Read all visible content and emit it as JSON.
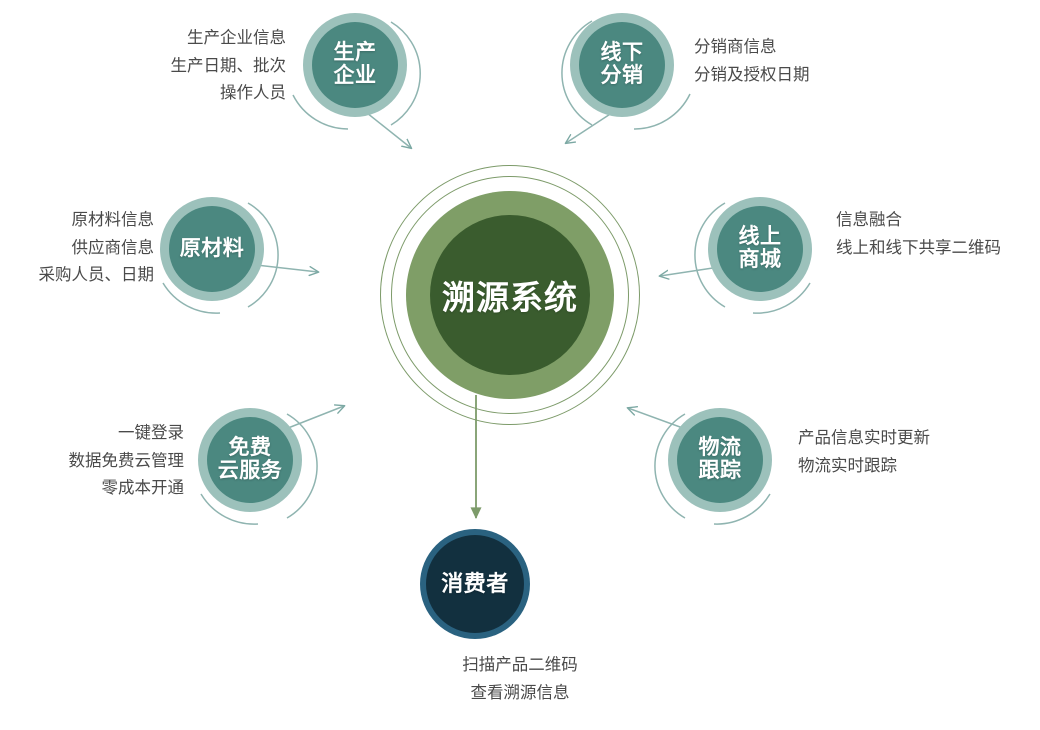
{
  "diagram": {
    "title": "溯源系统",
    "colors": {
      "hub_core": "#3a5c2e",
      "hub_band": "#7f9e67",
      "hub_ring": "#7d9b6a",
      "node_core": "#4b8880",
      "node_band": "#9cc1bb",
      "consumer_core": "#12303f",
      "consumer_band": "#2a6280",
      "arc_teal": "#8fb4b0",
      "arrow_green": "#7d9b6a",
      "caption_text": "#4a4a4a",
      "background": "#ffffff"
    },
    "center": {
      "label": "溯源系统"
    },
    "nodes": [
      {
        "key": "production",
        "label": "生产\n企业",
        "caption": "生产企业信息\n生产日期、批次\n操作人员",
        "caption_align": "right",
        "arrow_direction": "down-right-to-center"
      },
      {
        "key": "offline_distribution",
        "label": "线下\n分销",
        "caption": "分销商信息\n分销及授权日期",
        "caption_align": "left",
        "arrow_direction": "down-left-to-center"
      },
      {
        "key": "raw_material",
        "label": "原材料",
        "caption": "原材料信息\n供应商信息\n采购人员、日期",
        "caption_align": "right",
        "arrow_direction": "right-to-center"
      },
      {
        "key": "online_mall",
        "label": "线上\n商城",
        "caption": "信息融合\n线上和线下共享二维码",
        "caption_align": "left",
        "arrow_direction": "left-to-center"
      },
      {
        "key": "free_cloud_service",
        "label": "免费\n云服务",
        "caption": "一键登录\n数据免费云管理\n零成本开通",
        "caption_align": "right",
        "arrow_direction": "up-right-to-center"
      },
      {
        "key": "logistics_tracking",
        "label": "物流\n跟踪",
        "caption": "产品信息实时更新\n物流实时跟踪",
        "caption_align": "left",
        "arrow_direction": "up-left-to-center"
      },
      {
        "key": "consumer",
        "label": "消费者",
        "caption": "扫描产品二维码\n查看溯源信息",
        "caption_align": "center",
        "arrow_direction": "center-down-to-consumer"
      }
    ]
  }
}
